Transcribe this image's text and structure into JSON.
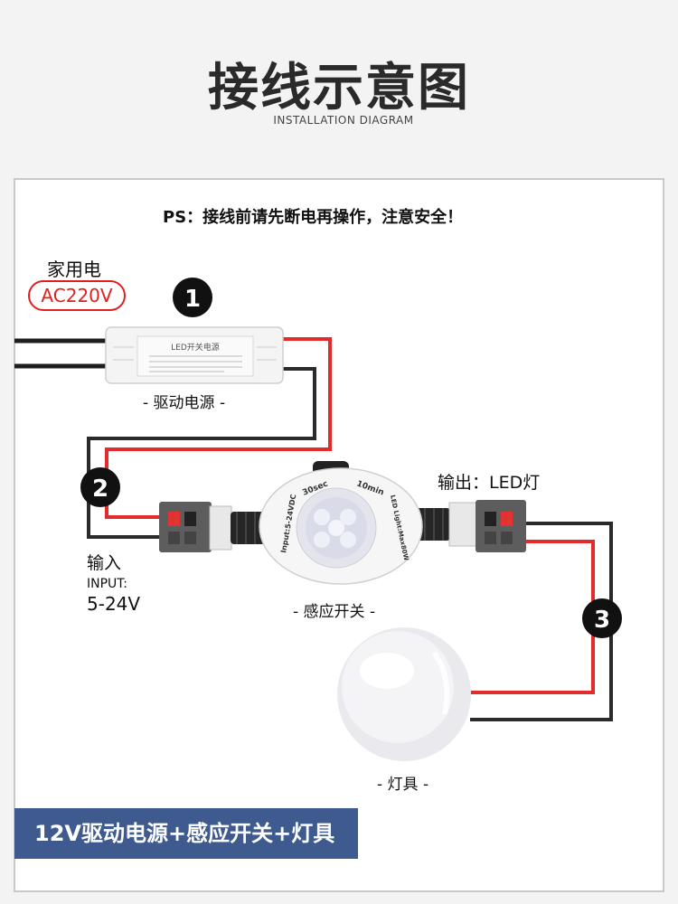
{
  "header": {
    "title": "接线示意图",
    "subtitle": "INSTALLATION DIAGRAM"
  },
  "note": "PS：接线前请先断电再操作，注意安全！",
  "power_source": {
    "label": "家用电",
    "voltage": "AC220V"
  },
  "driver": {
    "caption": "- 驱动电源 -",
    "step": "1",
    "plate_title": "LED开关电源"
  },
  "connector_input": {
    "step": "2",
    "label": "输入",
    "sub_label": "INPUT:",
    "voltage": "5-24V"
  },
  "sensor": {
    "caption": "- 感应开关 -",
    "text_time_min": "30sec",
    "text_time_max": "10min",
    "text_left": "Input:5-24VDC",
    "text_right": "LED Light:Max80W"
  },
  "connector_output": {
    "label": "输出：LED灯",
    "step": "3"
  },
  "lamp": {
    "caption": "- 灯具 -"
  },
  "footer": {
    "summary": "12V驱动电源+感应开关+灯具"
  },
  "colors": {
    "wire_red": "#e32b2b",
    "wire_black": "#2a2a2a",
    "bar": "#3e5a8f",
    "badge": "#e02020"
  }
}
